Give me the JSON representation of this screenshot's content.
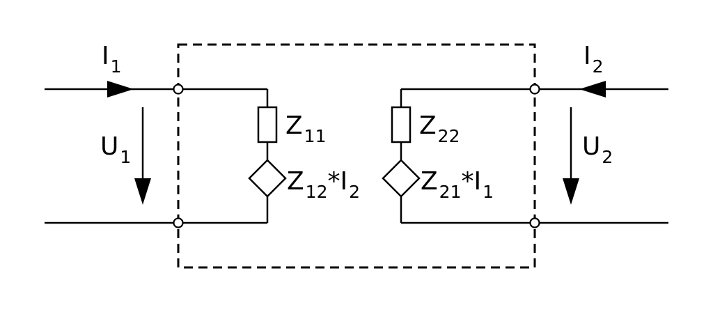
{
  "labels": {
    "current_in": {
      "base": "I",
      "sub": "1"
    },
    "current_out": {
      "base": "I",
      "sub": "2"
    },
    "voltage_in": {
      "base": "U",
      "sub": "1"
    },
    "voltage_out": {
      "base": "U",
      "sub": "2"
    },
    "z11": {
      "base": "Z",
      "sub": "11"
    },
    "z22": {
      "base": "Z",
      "sub": "22"
    },
    "z12_source": {
      "base": "Z",
      "sub": "12",
      "op": "*I",
      "sub2": "2"
    },
    "z21_source": {
      "base": "Z",
      "sub": "21",
      "op": "*I",
      "sub2": "1"
    }
  },
  "colors": {
    "stroke": "#000000",
    "background": "#ffffff"
  }
}
